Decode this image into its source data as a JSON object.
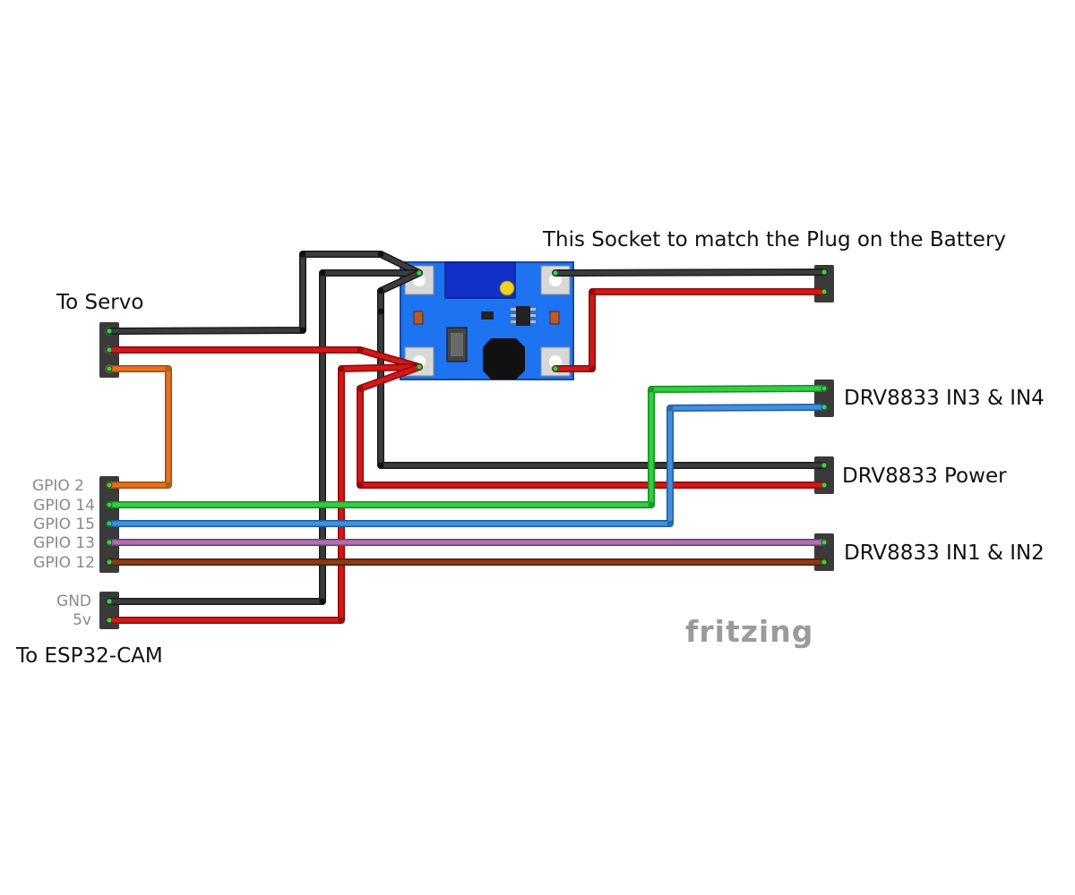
{
  "labels": {
    "servo": "To Servo",
    "esp32": "To ESP32-CAM",
    "battery": "This Socket to match the Plug on the Battery",
    "in34": "DRV8833 IN3 & IN4",
    "power": "DRV8833 Power",
    "in12": "DRV8833 IN1 & IN2"
  },
  "pins": {
    "gpio2": "GPIO 2",
    "gpio14": "GPIO 14",
    "gpio15": "GPIO 15",
    "gpio13": "GPIO 13",
    "gpio12": "GPIO 12",
    "gnd": "GND",
    "v5": "5v"
  },
  "brand": "fritzing",
  "wire_colors": {
    "ground": "#2f2f2f",
    "power": "#c81414",
    "gpio2": "#e0701c",
    "gpio14": "#2cc63a",
    "gpio15": "#3a86d8",
    "gpio13": "#a865a8",
    "gpio12": "#7a3410"
  },
  "board_color": "#1e73f0"
}
